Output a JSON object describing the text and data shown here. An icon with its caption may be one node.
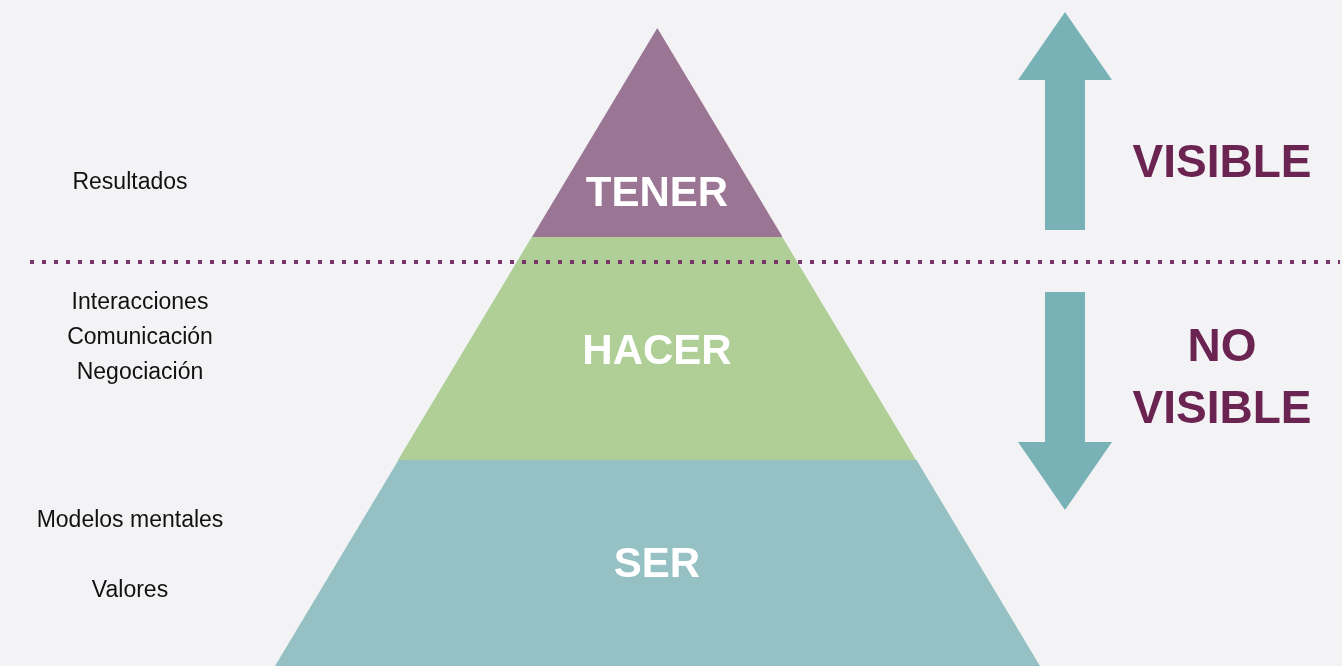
{
  "diagram": {
    "nodes": [
      {
        "text": [
          "TENER"
        ]
      },
      {
        "text": [
          "HACER"
        ]
      },
      {
        "text": [
          "SER"
        ]
      }
    ],
    "labels": [
      "Resultados",
      "Interacciones",
      "Comunicación",
      "Negociación",
      "Modelos mentales",
      "Valores",
      "VISIBLE",
      "NO VISIBLE"
    ]
  }
}
